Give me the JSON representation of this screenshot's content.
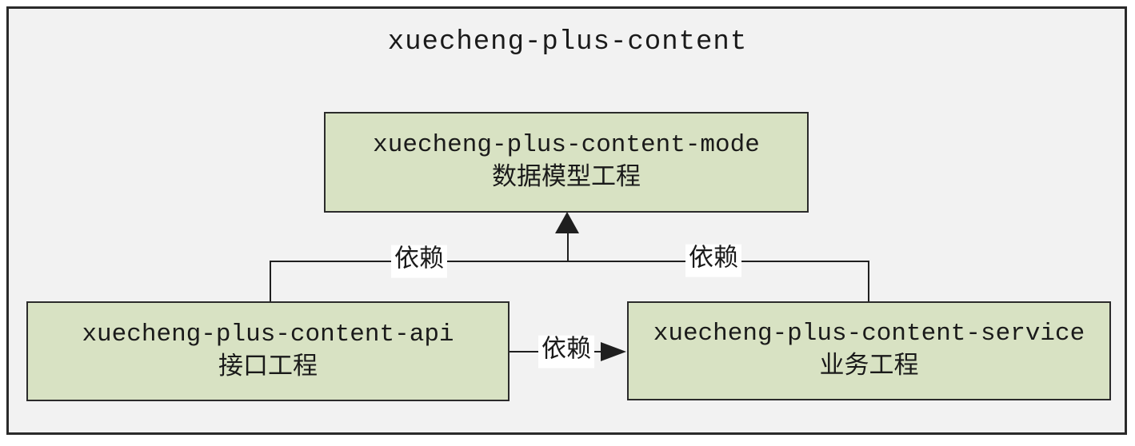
{
  "diagram": {
    "title": "xuecheng-plus-content",
    "nodes": [
      {
        "id": "mode",
        "name_en": "xuecheng-plus-content-mode",
        "name_zh": "数据模型工程"
      },
      {
        "id": "api",
        "name_en": "xuecheng-plus-content-api",
        "name_zh": "接口工程"
      },
      {
        "id": "service",
        "name_en": "xuecheng-plus-content-service",
        "name_zh": "业务工程"
      }
    ],
    "edges": [
      {
        "from": "api",
        "to": "mode",
        "label": "依赖"
      },
      {
        "from": "service",
        "to": "mode",
        "label": "依赖"
      },
      {
        "from": "api",
        "to": "service",
        "label": "依赖"
      }
    ],
    "colors": {
      "page_bg": "#ffffff",
      "background": "#f2f2f2",
      "frame_border": "#2a2a2a",
      "node_fill": "#d8e2c3",
      "node_border": "#2b2b2b",
      "line": "#1f1f1f",
      "label_bg": "#ffffff",
      "text": "#1a1a1a"
    }
  }
}
